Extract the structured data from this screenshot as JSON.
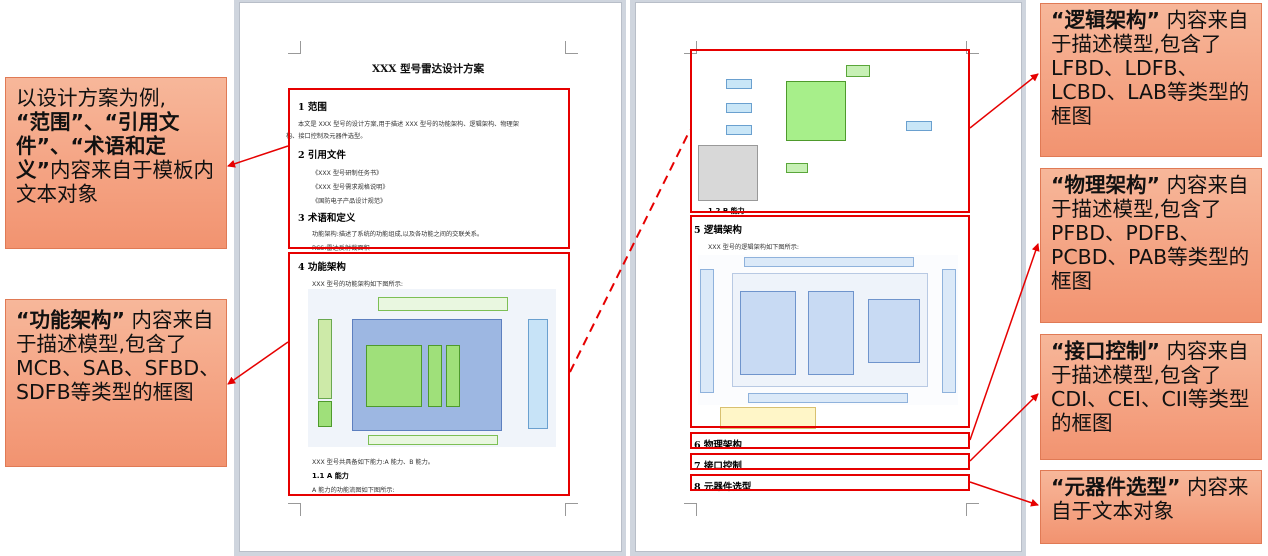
{
  "left_callouts": {
    "template_text": {
      "intro": "以设计方案为例,",
      "q1": "“范围”",
      "sep1": "、",
      "q2": "“引用文件”",
      "sep2": "、",
      "q3": "“术语和定义”",
      "tail": "内容来自于模板内文本对象"
    },
    "functional": {
      "q": "“功能架构”",
      "tail": "内容来自于描述模型,包含了MCB、SAB、SFBD、SDFB等类型的框图"
    }
  },
  "right_callouts": {
    "logical": {
      "q": "“逻辑架构”",
      "tail": "内容来自于描述模型,包含了LFBD、LDFB、LCBD、LAB等类型的框图"
    },
    "physical": {
      "q": "“物理架构”",
      "tail": "内容来自于描述模型,包含了PFBD、PDFB、PCBD、PAB等类型的框图"
    },
    "interface": {
      "q": "“接口控制”",
      "tail": "内容来自于描述模型,包含了CDI、CEI、CII等类型的框图"
    },
    "components": {
      "q": "“元器件选型”",
      "tail": "内容来自于文本对象"
    }
  },
  "page1": {
    "title": "XXX 型号雷达设计方案",
    "s1_heading": "1 范围",
    "s1_line1": "本文是 XXX 型号的设计方案,用于描述 XXX 型号的功能架构、逻辑架构、物理架",
    "s1_line2": "构、接口控制及元器件选型。",
    "s2_heading": "2 引用文件",
    "s2_ref1": "《XXX 型号研制任务书》",
    "s2_ref2": "《XXX 型号需求规格说明》",
    "s2_ref3": "《国防电子产品设计规范》",
    "s3_heading": "3 术语和定义",
    "s3_line1": "功能架构:描述了系统的功能组成,以及各功能之间的交联关系。",
    "s3_line2": "RCS:雷达反射截面积",
    "s4_heading": "4 功能架构",
    "s4_intro": "XXX 型号的功能架构如下图所示:",
    "s4_after": "XXX 型号共具备如下能力:A 能力、B 能力。",
    "s41_heading": "1.1 A 能力",
    "s41_intro": "A 能力的功能流图如下图所示:"
  },
  "page2": {
    "cap_heading": "1.2 B 能力",
    "s5_heading": "5 逻辑架构",
    "s5_intro": "XXX 型号的逻辑架构如下图所示:",
    "s6_heading": "6 物理架构",
    "s7_heading": "7 接口控制",
    "s8_heading": "8 元器件选型"
  }
}
